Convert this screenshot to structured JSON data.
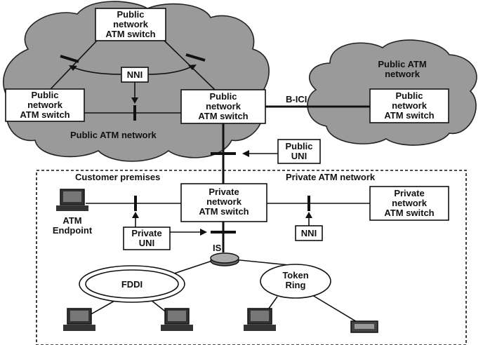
{
  "diagram": {
    "left_cloud": {
      "top_switch": [
        "Public",
        "network",
        "ATM switch"
      ],
      "left_switch": [
        "Public",
        "network",
        "ATM switch"
      ],
      "center_switch": [
        "Public",
        "network",
        "ATM switch"
      ],
      "nni_label": "NNI",
      "network_label": "Public ATM network"
    },
    "right_cloud": {
      "network_label": [
        "Public ATM",
        "network"
      ],
      "switch": [
        "Public",
        "network",
        "ATM switch"
      ]
    },
    "bici_label": "B-ICI",
    "public_uni_label": [
      "Public",
      "UNI"
    ],
    "premises": {
      "customer_premises_label": "Customer premises",
      "private_network_label": "Private ATM network",
      "center_switch": [
        "Private",
        "network",
        "ATM switch"
      ],
      "right_switch": [
        "Private",
        "network",
        "ATM switch"
      ],
      "endpoint_label": [
        "ATM",
        "Endpoint"
      ],
      "private_uni_label": [
        "Private",
        "UNI"
      ],
      "nni_label": "NNI",
      "is_label": "IS",
      "fddi_label": "FDDI",
      "token_ring_label": [
        "Token",
        "Ring"
      ]
    },
    "colors": {
      "cloud_fill": "#9a9a9a",
      "box_fill": "#ffffff",
      "line": "#111111"
    },
    "icons": [
      "computer-icon",
      "printer-icon",
      "router-icon"
    ]
  }
}
